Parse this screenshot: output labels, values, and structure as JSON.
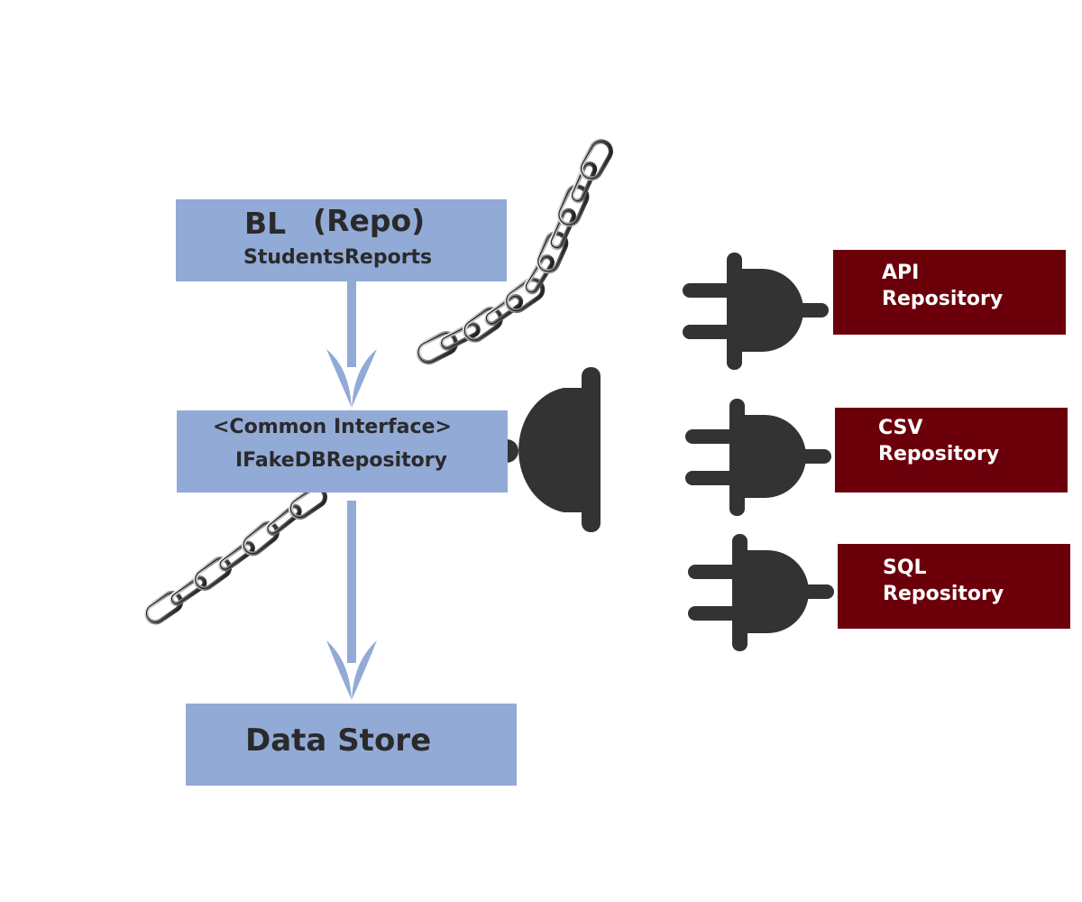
{
  "colors": {
    "box_blue": "#92aad6",
    "box_red": "#6b000b",
    "plug": "#333333",
    "arrow": "#92aad6",
    "text_dark": "#2a2a2a",
    "text_light": "#ffffff"
  },
  "icons": {
    "chain": "chain-icon",
    "plug": "plug-icon"
  },
  "bl_box": {
    "title_bl": "BL",
    "title_repo": "(Repo)",
    "subtitle": "StudentsReports"
  },
  "interface_box": {
    "line1": "<Common Interface>",
    "line2": "IFakeDBRepository"
  },
  "datastore_box": {
    "label": "Data Store"
  },
  "repositories": [
    {
      "line1": "API",
      "line2": "Repository"
    },
    {
      "line1": "CSV",
      "line2": "Repository"
    },
    {
      "line1": "SQL",
      "line2": "Repository"
    }
  ]
}
